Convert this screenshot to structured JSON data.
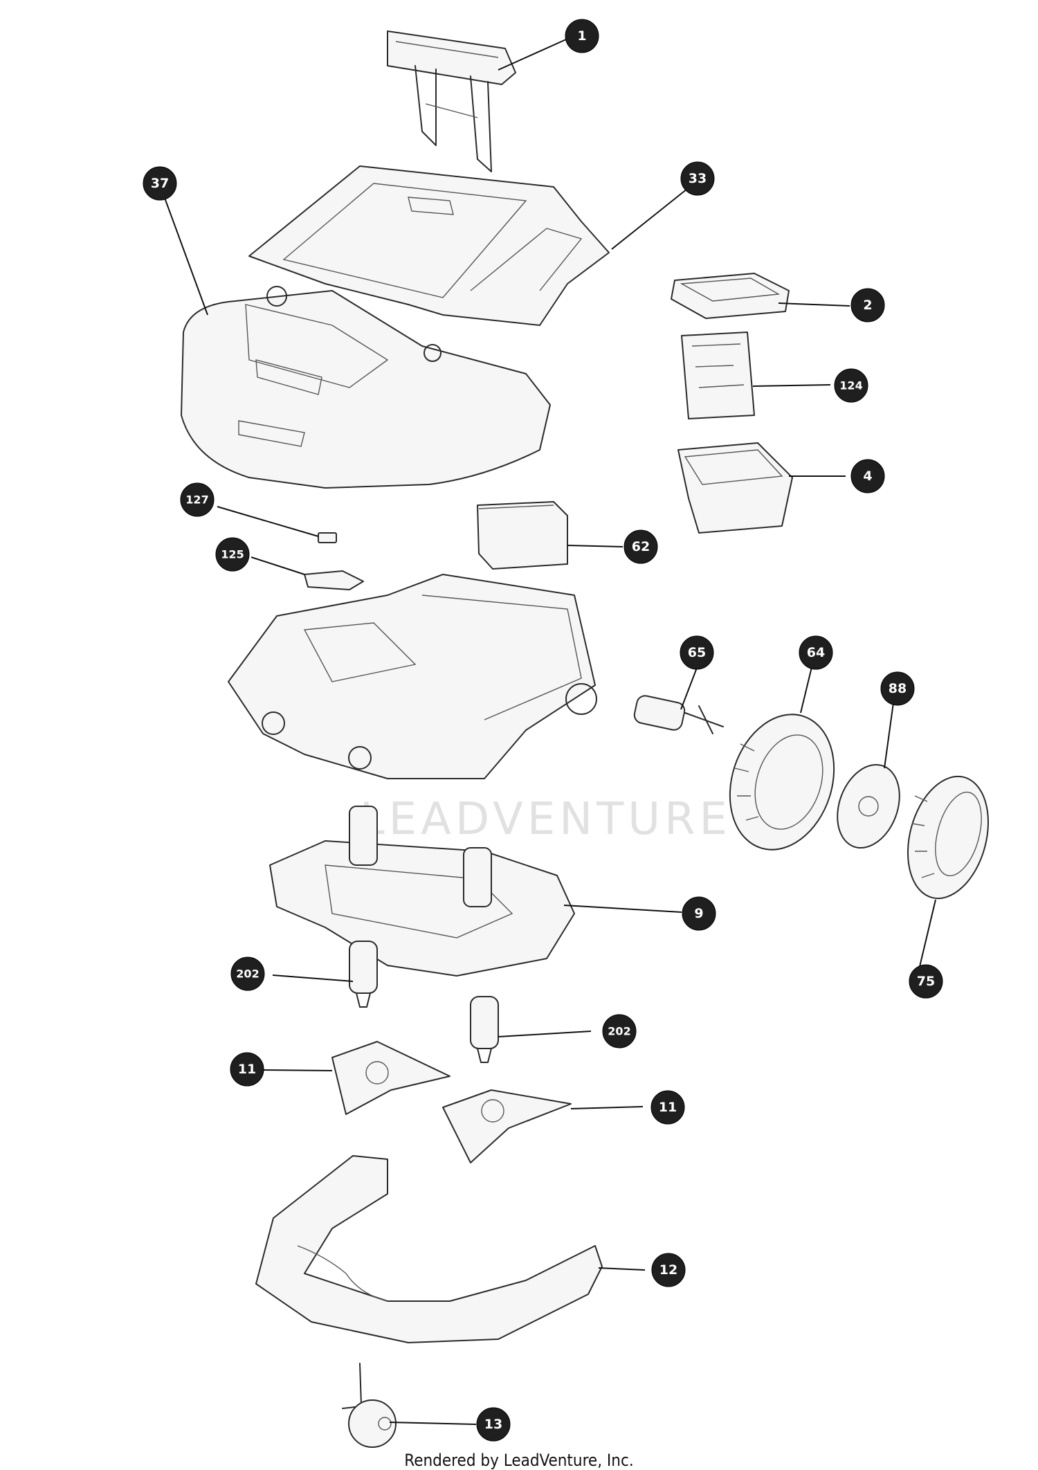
{
  "watermark": "LEADVENTURE",
  "footer": "Rendered by LeadVenture, Inc.",
  "callouts": [
    {
      "id": "c1",
      "label": "1"
    },
    {
      "id": "c37",
      "label": "37"
    },
    {
      "id": "c33",
      "label": "33"
    },
    {
      "id": "c2",
      "label": "2"
    },
    {
      "id": "c124",
      "label": "124"
    },
    {
      "id": "c4",
      "label": "4"
    },
    {
      "id": "c127",
      "label": "127"
    },
    {
      "id": "c62",
      "label": "62"
    },
    {
      "id": "c125",
      "label": "125"
    },
    {
      "id": "c65",
      "label": "65"
    },
    {
      "id": "c64",
      "label": "64"
    },
    {
      "id": "c88",
      "label": "88"
    },
    {
      "id": "c9",
      "label": "9"
    },
    {
      "id": "c75",
      "label": "75"
    },
    {
      "id": "c202a",
      "label": "202"
    },
    {
      "id": "c202b",
      "label": "202"
    },
    {
      "id": "c11a",
      "label": "11"
    },
    {
      "id": "c11b",
      "label": "11"
    },
    {
      "id": "c12",
      "label": "12"
    },
    {
      "id": "c13",
      "label": "13"
    }
  ]
}
